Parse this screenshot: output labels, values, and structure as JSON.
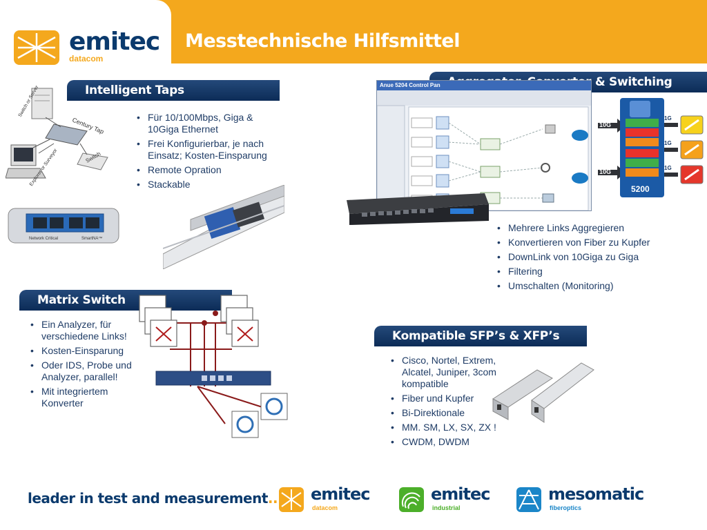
{
  "header": {
    "title": "Messtechnische Hilfsmittel",
    "logo_word": "emitec",
    "logo_sub": "datacom",
    "brand_orange": "#f4a81d",
    "brand_navy": "#0b3a6d"
  },
  "taps": {
    "title": "Intelligent Taps",
    "bullets": [
      "Für 10/100Mbps, Giga & 10Giga Ethernet",
      "Frei Konfigurierbar, je nach Einsatz; Kosten-Einsparung",
      "Remote Opration",
      "Stackable"
    ],
    "diagram": {
      "century_tap": "Century Tap",
      "switch": "Switch",
      "server": "Switch or Server",
      "explorer": "Explorer or Surveyor",
      "device": "Network Critical",
      "device2": "SmartNA™"
    }
  },
  "aggregator": {
    "title": "Aggregator, Convertor & Switching",
    "bullets": [
      "Mehrere Links Aggregieren",
      "Konvertieren von Fiber zu Kupfer",
      "DownLink von 10Giga zu Giga",
      "Filtering",
      "Umschalten (Monitoring)"
    ],
    "window_title": "Anue 5204 Control Pan",
    "model": "5200",
    "speeds": [
      "10G",
      "10G",
      "1G",
      "1G",
      "1G"
    ]
  },
  "matrix": {
    "title": "Matrix Switch",
    "bullets": [
      "Ein Analyzer, für verschiedene Links!",
      "Kosten-Einsparung",
      "Oder IDS, Probe und Analyzer, parallel!",
      "Mit integriertem Konverter"
    ]
  },
  "sfp": {
    "title": "Kompatible SFP’s & XFP’s",
    "bullets": [
      "Cisco, Nortel, Extrem, Alcatel, Juniper, 3com kompatible",
      "Fiber und Kupfer",
      "Bi-Direktionale",
      "MM. SM, LX, SX, ZX !",
      "CWDM, DWDM"
    ]
  },
  "footer": {
    "slogan": "leader in test and measurement",
    "slogan_dots": "...",
    "logos": [
      {
        "word": "emitec",
        "sub": "datacom",
        "color": "#f4a81d"
      },
      {
        "word": "emitec",
        "sub": "industrial",
        "color": "#4caf2a"
      },
      {
        "word": "mesomatic",
        "sub": "fiberoptics",
        "color": "#1b86c8"
      }
    ]
  }
}
